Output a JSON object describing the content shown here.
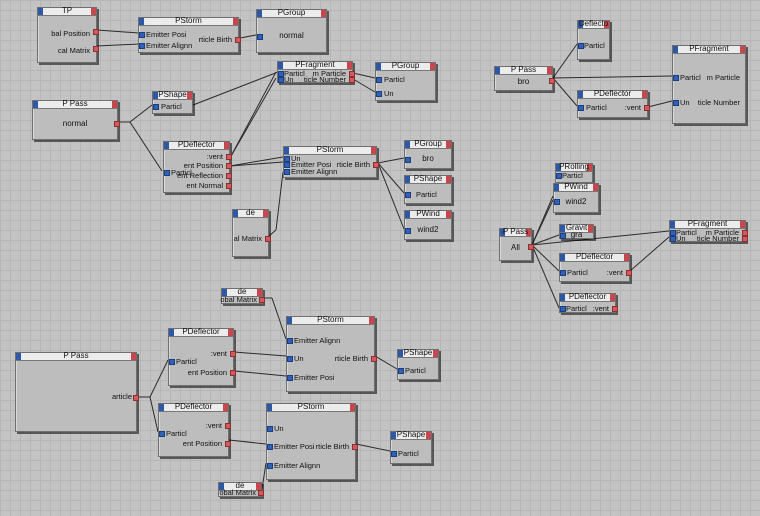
{
  "nodes": {
    "tp": {
      "title": "TP",
      "ports": [
        "bal Position",
        "cal Matrix"
      ]
    },
    "pstorm_top": {
      "title": "PStorm",
      "ports": [
        "Emitter Posi",
        "Emitter Alignn",
        "rticle Birth"
      ]
    },
    "pgroup_top": {
      "title": "PGroup",
      "body": "normal"
    },
    "ppass_normal": {
      "title": "P Pass",
      "body": "normal"
    },
    "pshape_a": {
      "title": "PShape",
      "ports": [
        "Particl"
      ]
    },
    "pfragment_a": {
      "title": "PFragment",
      "ports": [
        "Particl",
        "Un",
        "m Particle",
        "ticle Number"
      ]
    },
    "pgroup_b": {
      "title": "PGroup",
      "ports": [
        "Particl",
        "Un"
      ]
    },
    "pdeflector_a": {
      "title": "PDeflector",
      "ports": [
        "Particl",
        ":vent",
        "ent Position",
        "ent Reflection",
        "ent Normal"
      ]
    },
    "pstorm_mid": {
      "title": "PStorm",
      "ports": [
        "Un",
        "Emitter Posi",
        "Emitter Alignn",
        "rticle Birth"
      ]
    },
    "pgroup_bro": {
      "title": "PGroup",
      "body": "bro"
    },
    "pshape_b": {
      "title": "PShape",
      "ports": [
        "Particl"
      ]
    },
    "pwind_a": {
      "title": "PWind",
      "body": "wind2"
    },
    "de_a": {
      "title": "de",
      "ports": [
        "al Matrix"
      ]
    },
    "ppass_bro": {
      "title": "P Pass",
      "body": "bro"
    },
    "pdeflecto_top": {
      "title": "Deflecto",
      "ports": [
        "Particl"
      ]
    },
    "pdeflector_bro": {
      "title": "PDeflector",
      "ports": [
        "Particl",
        ":vent"
      ]
    },
    "pfragment_bro": {
      "title": "PFragment",
      "ports": [
        "Particl",
        "Un",
        "m Particle",
        "ticle Number"
      ]
    },
    "prolling": {
      "title": "PRolling",
      "ports": [
        "Particl"
      ]
    },
    "pwind_b": {
      "title": "PWind",
      "body": "wind2"
    },
    "pgravity": {
      "title": "Gravit",
      "body": "gra"
    },
    "ppass_all": {
      "title": "P Pass",
      "body": "All"
    },
    "pfragment_all": {
      "title": "PFragment",
      "ports": [
        "Particl",
        "Un",
        "m Particle",
        "ticle Number"
      ]
    },
    "pdeflector_all1": {
      "title": "PDeflector",
      "ports": [
        "Particl",
        ":vent"
      ]
    },
    "pdeflector_all2": {
      "title": "PDeflector",
      "ports": [
        "Particl",
        ":vent"
      ]
    },
    "de_b": {
      "title": "de",
      "ports": [
        "obal Matrix"
      ]
    },
    "ppass_big": {
      "title": "P Pass",
      "ports": [
        "article"
      ]
    },
    "pdeflector_b1": {
      "title": "PDeflector",
      "ports": [
        "Particl",
        ":vent",
        "ent Position"
      ]
    },
    "pstorm_b1": {
      "title": "PStorm",
      "ports": [
        "Emitter Alignn",
        "Un",
        "Emitter Posi",
        "rticle Birth"
      ]
    },
    "pshape_c": {
      "title": "PShape",
      "ports": [
        "Particl"
      ]
    },
    "pdeflector_b2": {
      "title": "PDeflector",
      "ports": [
        "Particl",
        ":vent",
        "ent Position"
      ]
    },
    "pstorm_b2": {
      "title": "PStorm",
      "ports": [
        "Un",
        "Emitter Posi",
        "Emitter Alignn",
        "rticle Birth"
      ]
    },
    "pshape_d": {
      "title": "PShape",
      "ports": [
        "Particl"
      ]
    },
    "de_c": {
      "title": "de",
      "ports": [
        "obal Matrix"
      ]
    }
  }
}
